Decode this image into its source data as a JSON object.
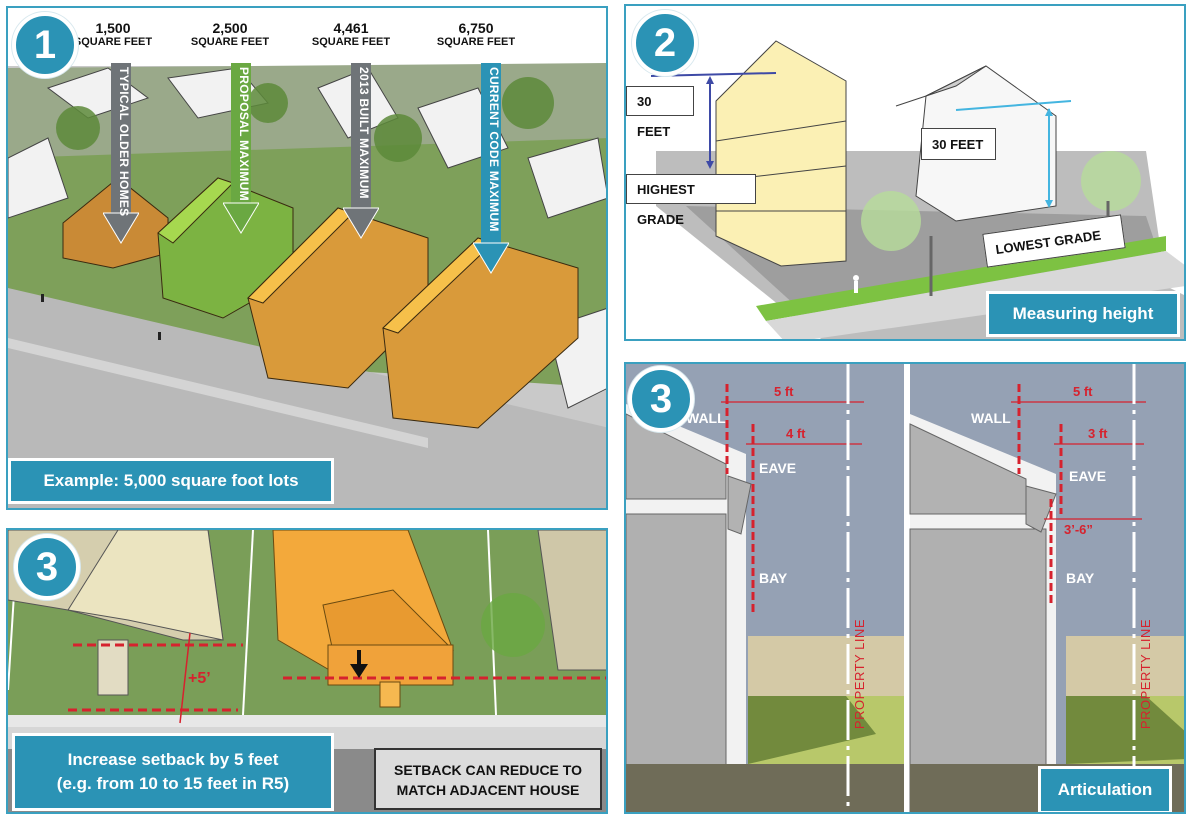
{
  "panel1": {
    "badge": "1",
    "columns": [
      {
        "value": "1,500",
        "unit": "SQUARE FEET",
        "arrow_label": "TYPICAL OLDER HOMES",
        "color": "#6f7478"
      },
      {
        "value": "2,500",
        "unit": "SQUARE FEET",
        "arrow_label": "PROPOSAL MAXIMUM",
        "color": "#6aa842"
      },
      {
        "value": "4,461",
        "unit": "SQUARE FEET",
        "arrow_label": "2013 BUILT MAXIMUM",
        "color": "#6f7478"
      },
      {
        "value": "6,750",
        "unit": "SQUARE FEET",
        "arrow_label": "CURRENT CODE MAXIMUM",
        "color": "#2b93b5"
      }
    ],
    "caption": "Example: 5,000 square foot lots"
  },
  "panel2": {
    "badge": "2",
    "label_left_height": "30 FEET",
    "label_right_height": "30 FEET",
    "label_highest": "HIGHEST GRADE",
    "label_lowest": "LOWEST GRADE",
    "caption": "Measuring height"
  },
  "panel3_setback": {
    "badge": "3",
    "dimension": "+5’",
    "caption_line1": "Increase setback by 5 feet",
    "caption_line2": "(e.g. from 10 to 15 feet in R5)",
    "note_line1": "SETBACK CAN REDUCE TO",
    "note_line2": "MATCH ADJACENT HOUSE"
  },
  "panel3_articulation": {
    "badge": "3",
    "left": {
      "wall": "WALL",
      "eave": "EAVE",
      "bay": "BAY",
      "wall_dim": "5 ft",
      "eave_dim": "4 ft",
      "property_line": "PROPERTY LINE"
    },
    "right": {
      "wall": "WALL",
      "eave": "EAVE",
      "bay": "BAY",
      "wall_dim": "5 ft",
      "eave_dim": "3 ft",
      "bay_dim": "3’-6”",
      "property_line": "PROPERTY LINE"
    },
    "caption": "Articulation"
  },
  "colors": {
    "accent": "#2b93b5",
    "dimension_red": "#d6222e",
    "grass": "#7ea05a",
    "house_orange": "#d99a3a",
    "house_green": "#7cb342"
  }
}
